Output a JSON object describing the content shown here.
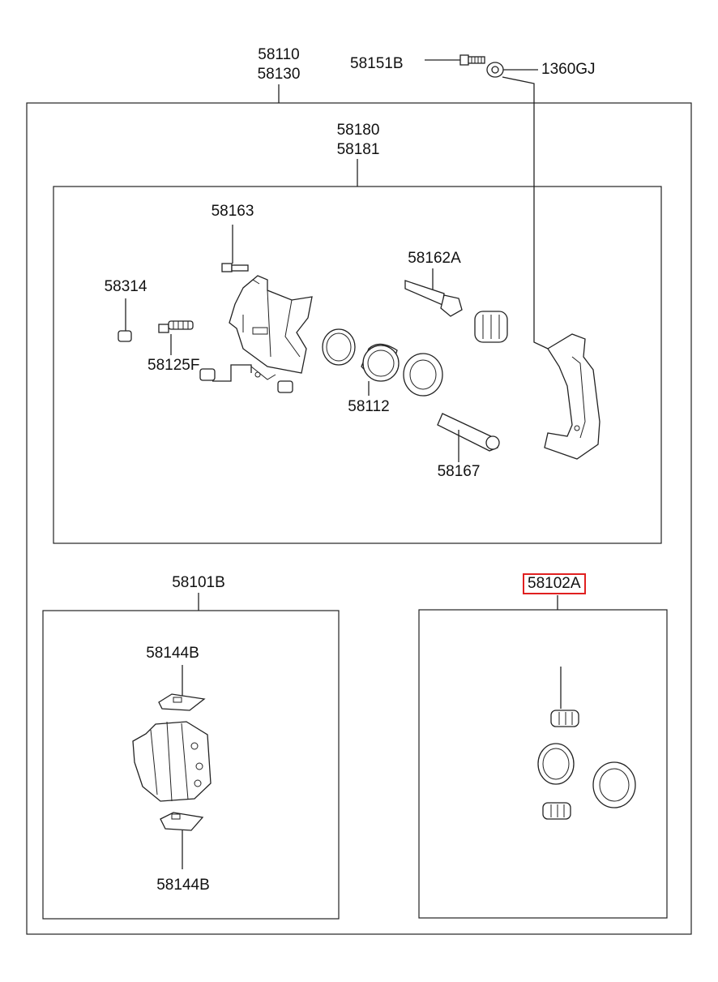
{
  "parts": {
    "assembly": [
      "58110",
      "58130"
    ],
    "bolt_top": "58151B",
    "washer_top": "1360GJ",
    "caliper_kit": [
      "58180",
      "58181"
    ],
    "bolt_caliper": "58163",
    "cap": "58314",
    "bleeder": "58125F",
    "guide_pin_upper": "58162A",
    "piston": "58112",
    "guide_pin_lower": "58167",
    "pad_kit": "58101B",
    "pad_clip_top": "58144B",
    "pad_clip_bottom": "58144B",
    "seal_kit": "58102A"
  },
  "highlight_color": "#e02020"
}
